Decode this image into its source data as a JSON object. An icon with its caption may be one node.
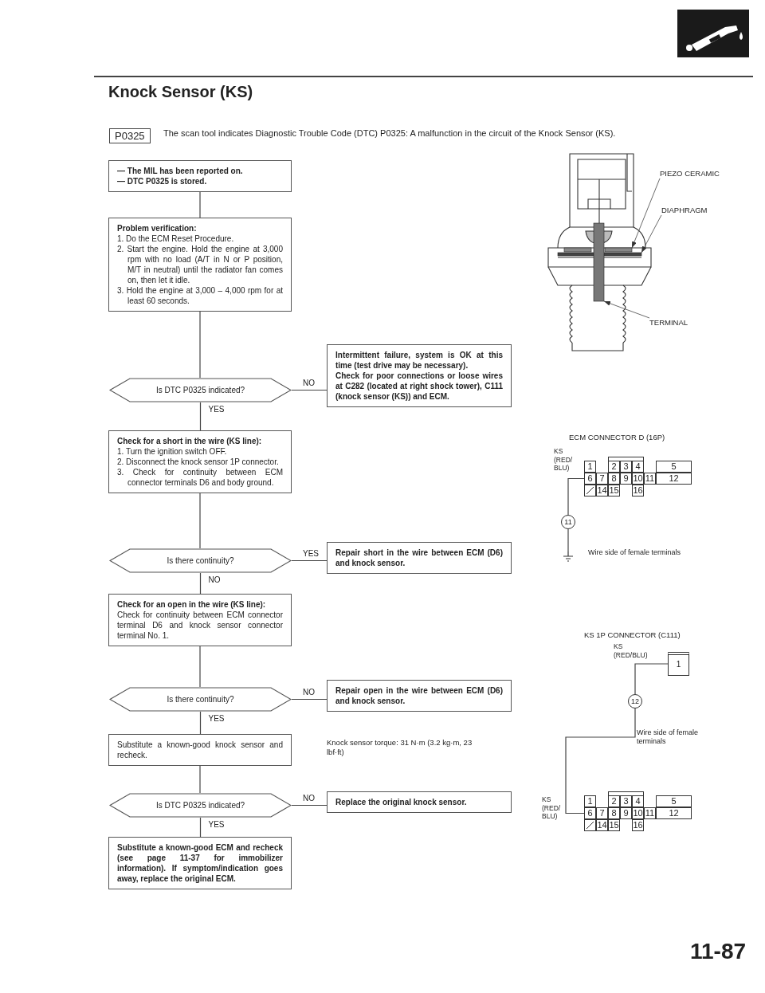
{
  "diagram": {
    "title": "Knock Sensor (KS)",
    "nodes": [
      {
        "text": [
          "P0325"
        ],
        "beside": [
          "The scan tool indicates Diagnostic Trouble Code (DTC) P0325: A malfunction in the circuit of the Knock Sensor (KS)."
        ]
      },
      {
        "text": [
          "— The MIL has been reported on.",
          "— DTC P0325 is stored."
        ]
      },
      {
        "text": [
          "Problem verification:",
          "1. Do the ECM Reset Procedure.",
          "2. Start the engine. Hold the engine at 3,000 rpm with no load (A/T in N or P position, M/T in neutral) until the radiator fan comes on, then let it idle.",
          "3. Hold the engine at 3,000 – 4,000 rpm for at least 60 seconds."
        ]
      },
      {
        "text": [
          "Is DTC P0325 indicated?"
        ]
      },
      {
        "text": [
          "Intermittent failure, system is OK at this time (test drive may be necessary).",
          "Check for poor connections or loose wires at C282 (located at right shock tower), C111 (knock sensor (KS)) and ECM."
        ]
      },
      {
        "text": [
          "Check for a short in the wire (KS line):",
          "1. Turn the ignition switch OFF.",
          "2. Disconnect the knock sensor 1P connector.",
          "3. Check for continuity between ECM connector terminals D6 and body ground."
        ]
      },
      {
        "text": [
          "Is there continuity?"
        ]
      },
      {
        "text": [
          "Repair short in the wire between ECM (D6) and knock sensor."
        ]
      },
      {
        "text": [
          "Check for an open in the wire (KS line):",
          "Check for continuity between ECM connector terminal D6 and knock sensor connector terminal No. 1."
        ]
      },
      {
        "text": [
          "Is there continuity?"
        ]
      },
      {
        "text": [
          "Repair open in the wire between ECM (D6) and knock sensor."
        ]
      },
      {
        "text": [
          "Substitute a known-good knock sensor and recheck."
        ]
      },
      {
        "text": [
          "Is DTC P0325 indicated?"
        ]
      },
      {
        "text": [
          "Replace the original knock sensor."
        ]
      },
      {
        "text": [
          "Substitute a known-good ECM and recheck (see page 11-37 for immobilizer information). If symptom/indication goes away, replace the original ECM."
        ]
      },
      {
        "text": [
          "PIEZO CERAMIC"
        ]
      },
      {
        "text": [
          "DIAPHRAGM"
        ]
      },
      {
        "text": [
          "TERMINAL"
        ]
      },
      {
        "text": [],
        "shape": "bar"
      },
      {
        "text": [],
        "shape": "bar"
      },
      {
        "text": [],
        "shape": "bar"
      },
      {
        "text": [
          "1",
          "2",
          "3",
          "4",
          "5",
          "6",
          "7",
          "8",
          "9",
          "10",
          "11",
          "12",
          "14",
          "15",
          "16"
        ]
      },
      {
        "text": [
          "11"
        ]
      },
      {
        "text": [],
        "shape": "ground"
      },
      {
        "text": [
          "1"
        ]
      },
      {
        "text": [
          "12"
        ]
      },
      {
        "text": [
          "1",
          "2",
          "3",
          "4",
          "5",
          "6",
          "7",
          "8",
          "9",
          "10",
          "11",
          "12",
          "14",
          "15",
          "16"
        ]
      }
    ],
    "edges": [
      {
        "from": 1,
        "to": 2,
        "arrow": "none"
      },
      {
        "from": 2,
        "to": 3,
        "arrow": "none"
      },
      {
        "from": 3,
        "to": 4,
        "arrow": "none",
        "label": "NO"
      },
      {
        "from": 3,
        "to": 5,
        "arrow": "none",
        "label": "YES"
      },
      {
        "from": 5,
        "to": 6,
        "arrow": "none"
      },
      {
        "from": 6,
        "to": 7,
        "arrow": "none",
        "label": "YES"
      },
      {
        "from": 6,
        "to": 8,
        "arrow": "none",
        "label": "NO"
      },
      {
        "from": 8,
        "to": 9,
        "arrow": "none"
      },
      {
        "from": 9,
        "to": 10,
        "arrow": "none",
        "label": "NO"
      },
      {
        "from": 9,
        "to": 11,
        "arrow": "none",
        "label": "YES"
      },
      {
        "from": 11,
        "to": 12,
        "arrow": "none"
      },
      {
        "from": 12,
        "to": 13,
        "arrow": "none",
        "label": "NO"
      },
      {
        "from": 12,
        "to": 14,
        "arrow": "none",
        "label": "YES"
      },
      {
        "from": 15,
        "to": 18,
        "arrow": "to"
      },
      {
        "from": 16,
        "to": 19,
        "arrow": "to"
      },
      {
        "from": 17,
        "to": 20,
        "arrow": "to"
      },
      {
        "from": 21,
        "to": 22,
        "arrow": "none"
      },
      {
        "from": 22,
        "to": 23,
        "arrow": "none"
      },
      {
        "from": 24,
        "to": 25,
        "arrow": "none"
      },
      {
        "from": 25,
        "to": 26,
        "arrow": "none"
      }
    ],
    "labels": [
      "ECM CONNECTOR D (16P)",
      "KS (RED/ BLU)",
      "Wire side of female terminals",
      "KS 1P CONNECTOR (C111)",
      "KS (RED/BLU)",
      "Wire side of female terminals",
      "Knock sensor torque: 31 N·m (3.2 kg·m, 23 lbf·ft)",
      "KS (RED/ BLU)",
      "11-87"
    ]
  }
}
